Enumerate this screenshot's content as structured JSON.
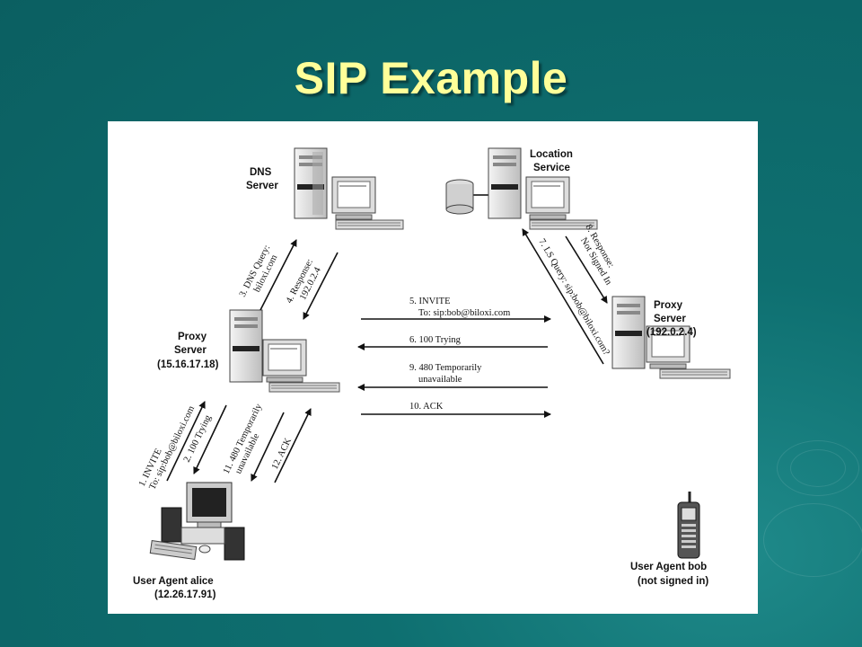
{
  "slide": {
    "title": "SIP Example",
    "colors": {
      "background": "#0e6f70",
      "title": "#ffff99",
      "panel": "#ffffff"
    }
  },
  "nodes": {
    "dns_server": {
      "line1": "DNS",
      "line2": "Server",
      "icon": "server-tower-icon"
    },
    "location_service": {
      "line1": "Location",
      "line2": "Service",
      "icon": "database-server-icon"
    },
    "proxy_left": {
      "line1": "Proxy",
      "line2": "Server",
      "line3": "(15.16.17.18)",
      "icon": "server-tower-icon"
    },
    "proxy_right": {
      "line1": "Proxy",
      "line2": "Server",
      "line3": "(192.0.2.4)",
      "icon": "server-tower-icon"
    },
    "ua_alice": {
      "line1": "User Agent alice",
      "line2": "(12.26.17.91)",
      "icon": "desktop-computer-icon"
    },
    "ua_bob": {
      "line1": "User Agent bob",
      "line2": "(not signed in)",
      "icon": "mobile-phone-icon"
    }
  },
  "messages": {
    "m1": {
      "line1": "1. INVITE",
      "line2": "To: sip:bob@biloxi.com"
    },
    "m2": {
      "line1": "2. 100 Trying"
    },
    "m3": {
      "line1": "3. DNS Query:",
      "line2": "biloxi.com"
    },
    "m4": {
      "line1": "4. Response:",
      "line2": "192.0.2.4"
    },
    "m5": {
      "line1": "5. INVITE",
      "line2": "To: sip:bob@biloxi.com"
    },
    "m6": {
      "line1": "6. 100 Trying"
    },
    "m7": {
      "line1": "7. LS Query: sip:bob@biloxi.com?"
    },
    "m8": {
      "line1": "8. Response:",
      "line2": "Not Signed In"
    },
    "m9": {
      "line1": "9. 480 Temporarily",
      "line2": "unavailable"
    },
    "m10": {
      "line1": "10. ACK"
    },
    "m11": {
      "line1": "11. 480 Temporarily",
      "line2": "unavailable"
    },
    "m12": {
      "line1": "12. ACK"
    }
  }
}
